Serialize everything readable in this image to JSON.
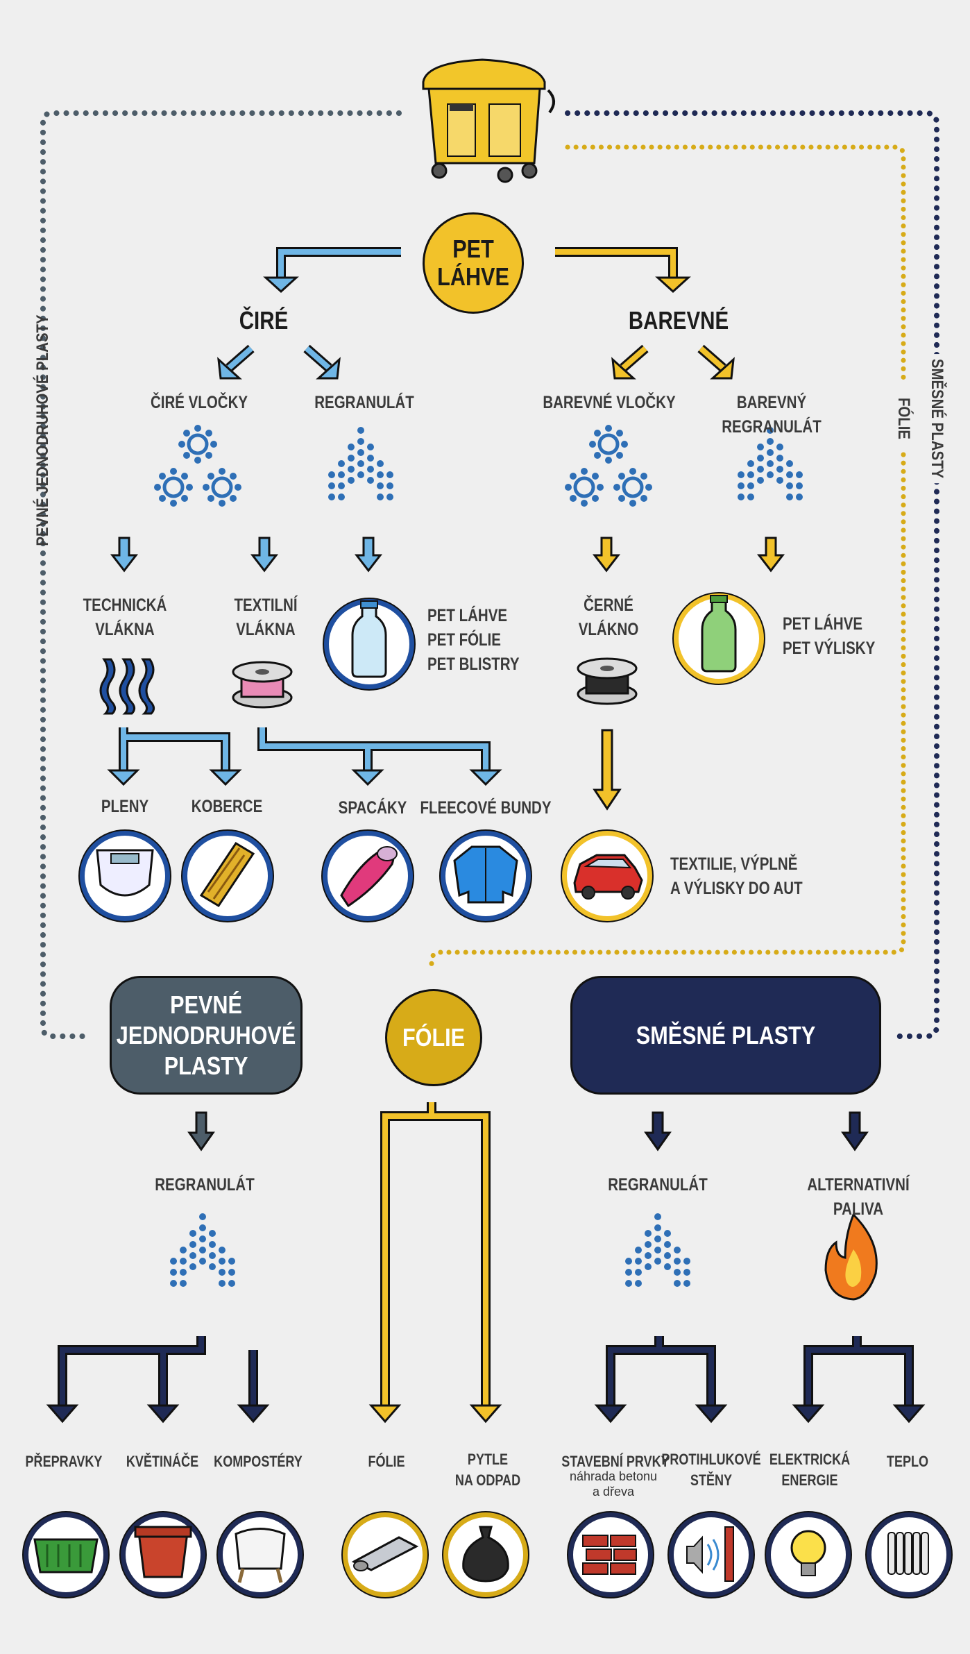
{
  "center": {
    "title": "PET\nLÁHVE"
  },
  "branches": {
    "left": "ČIRÉ",
    "right": "BAREVNÉ"
  },
  "side_labels": {
    "left": "PEVNÉ JEDNODRUHOVÉ PLASTY",
    "right_inner": "FÓLIE",
    "right_outer": "SMĚSNÉ PLASTY"
  },
  "level2": {
    "clear_flakes": "ČIRÉ VLOČKY",
    "clear_regranulate": "REGRANULÁT",
    "colored_flakes": "BAREVNÉ VLOČKY",
    "colored_regranulate": "BAREVNÝ REGRANULÁT"
  },
  "level3": {
    "technical_fibers": "TECHNICKÁ\nVLÁKNA",
    "textile_fibers": "TEXTILNÍ\nVLÁKNA",
    "black_fiber": "ČERNÉ\nVLÁKNO",
    "clear_products": "PET LÁHVE\nPET FÓLIE\nPET BLISTRY",
    "colored_products": "PET LÁHVE\nPET VÝLISKY"
  },
  "level4": {
    "diapers": "PLENY",
    "carpets": "KOBERCE",
    "sleeping_bags": "SPACÁKY",
    "fleece": "FLEECOVÉ BUNDY",
    "car_parts": "TEXTILIE, VÝPLNĚ\nA VÝLISKY DO AUT"
  },
  "categories": {
    "solid": "PEVNÉ\nJEDNODRUHOVÉ\nPLASTY",
    "foil": "FÓLIE",
    "mixed": "SMĚSNÉ PLASTY"
  },
  "bottom_level1": {
    "solid_regranulate": "REGRANULÁT",
    "mixed_regranulate": "REGRANULÁT",
    "alt_fuel": "ALTERNATIVNÍ PALIVA"
  },
  "products": {
    "crates": "PŘEPRAVKY",
    "flowerpots": "KVĚTINÁČE",
    "composters": "KOMPOSTÉRY",
    "foil": "FÓLIE",
    "bags": "PYTLE\nNA ODPAD",
    "building": "STAVEBNÍ PRVKY",
    "building_note": "náhrada betonu\na dřeva",
    "noise_walls": "PROTIHLUKOVÉ\nSTĚNY",
    "electricity": "ELEKTRICKÁ\nENERGIE",
    "heat": "TEPLO"
  },
  "colors": {
    "background": "#efefef",
    "blue": "#6fb6e6",
    "yellow": "#f2c22a",
    "navy": "#1f2a55",
    "slate": "#4d5d69",
    "foil_gold": "#d7ab18",
    "flake_blue": "#2e6fb6"
  },
  "icons": [
    "container-icon",
    "flakes-icon",
    "granulate-icon",
    "fibers-icon",
    "spool-icon",
    "bottle-icon",
    "diaper-icon",
    "carpet-icon",
    "sleeping-bag-icon",
    "jacket-icon",
    "car-icon",
    "fire-icon",
    "crate-icon",
    "flowerpot-icon",
    "composter-icon",
    "foil-roll-icon",
    "trash-bag-icon",
    "bricks-icon",
    "noise-wall-icon",
    "bulb-icon",
    "radiator-icon"
  ]
}
